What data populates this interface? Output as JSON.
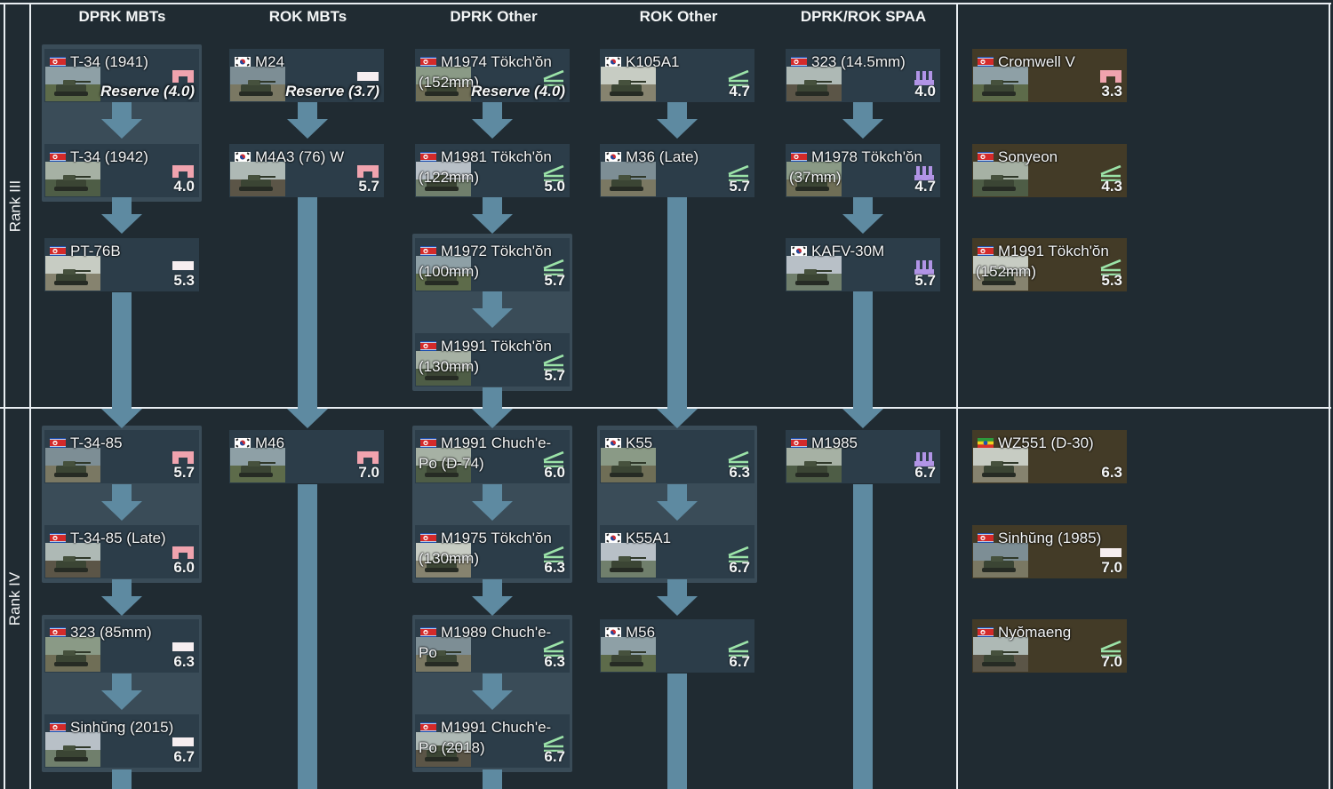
{
  "title": "DPRK / ROK tech tree — Rank III and Rank IV",
  "ranks": [
    "Rank III",
    "Rank IV"
  ],
  "columns": [
    "DPRK MBTs",
    "ROK MBTs",
    "DPRK Other",
    "ROK Other",
    "DPRK/ROK SPAA"
  ],
  "colors": {
    "background": "#202b32",
    "card": "#2c3d49",
    "premium_card": "#433b27",
    "connector": "#5e8aa1",
    "group_box": "#3a4c58",
    "medium_tank_icon": "#f0a3ae",
    "light_tank_icon": "#f6eef0",
    "tank_destroyer_icon": "#9be3a8",
    "spaa_icon": "#b194e6"
  },
  "vehicles": [
    {
      "name": "T-34 (1941)",
      "name2": "",
      "flag": "dprk",
      "type": "medium",
      "br": "Reserve (4.0)",
      "reserve": true
    },
    {
      "name": "T-34 (1942)",
      "name2": "",
      "flag": "dprk",
      "type": "medium",
      "br": "4.0"
    },
    {
      "name": "PT-76B",
      "name2": "",
      "flag": "dprk",
      "type": "light",
      "br": "5.3"
    },
    {
      "name": "M24",
      "name2": "",
      "flag": "rok",
      "type": "light",
      "br": "Reserve (3.7)",
      "reserve": true
    },
    {
      "name": "M4A3 (76) W",
      "name2": "",
      "flag": "rok",
      "type": "medium",
      "br": "5.7"
    },
    {
      "name": "M1974 Tökch'ŏn",
      "name2": "(152mm)",
      "flag": "dprk",
      "type": "td",
      "br": "Reserve (4.0)",
      "reserve": true
    },
    {
      "name": "M1981 Tökch'ŏn",
      "name2": "(122mm)",
      "flag": "dprk",
      "type": "td",
      "br": "5.0"
    },
    {
      "name": "M1972 Tökch'ŏn",
      "name2": "(100mm)",
      "flag": "dprk",
      "type": "td",
      "br": "5.7"
    },
    {
      "name": "M1991 Tökch'ŏn",
      "name2": "(130mm)",
      "flag": "dprk",
      "type": "td",
      "br": "5.7"
    },
    {
      "name": "K105A1",
      "name2": "",
      "flag": "rok",
      "type": "td",
      "br": "4.7"
    },
    {
      "name": "M36 (Late)",
      "name2": "",
      "flag": "rok",
      "type": "td",
      "br": "5.7"
    },
    {
      "name": "323 (14.5mm)",
      "name2": "",
      "flag": "dprk",
      "type": "spaa",
      "br": "4.0"
    },
    {
      "name": "M1978 Tökch'ŏn",
      "name2": "(37mm)",
      "flag": "dprk",
      "type": "spaa",
      "br": "4.7"
    },
    {
      "name": "KAFV-30M",
      "name2": "",
      "flag": "rok",
      "type": "spaa",
      "br": "5.7"
    },
    {
      "name": "Cromwell V",
      "name2": "",
      "flag": "dprk",
      "type": "medium",
      "br": "3.3",
      "premium": true
    },
    {
      "name": "Sonyeon",
      "name2": "",
      "flag": "dprk",
      "type": "td",
      "br": "4.3",
      "premium": true
    },
    {
      "name": "M1991 Tökch'ŏn",
      "name2": "(152mm)",
      "flag": "dprk",
      "type": "td",
      "br": "5.3",
      "premium": true
    },
    {
      "name": "T-34-85",
      "name2": "",
      "flag": "dprk",
      "type": "medium",
      "br": "5.7"
    },
    {
      "name": "T-34-85 (Late)",
      "name2": "",
      "flag": "dprk",
      "type": "medium",
      "br": "6.0"
    },
    {
      "name": "323 (85mm)",
      "name2": "",
      "flag": "dprk",
      "type": "light",
      "br": "6.3"
    },
    {
      "name": "Sinhŭng (2015)",
      "name2": "",
      "flag": "dprk",
      "type": "light",
      "br": "6.7"
    },
    {
      "name": "M46",
      "name2": "",
      "flag": "rok",
      "type": "medium",
      "br": "7.0"
    },
    {
      "name": "M1991 Chuch'e-",
      "name2": "Po (D-74)",
      "flag": "dprk",
      "type": "td",
      "br": "6.0"
    },
    {
      "name": "M1975 Tökch'ŏn",
      "name2": "(130mm)",
      "flag": "dprk",
      "type": "td",
      "br": "6.3"
    },
    {
      "name": "M1989 Chuch'e-",
      "name2": "Po",
      "flag": "dprk",
      "type": "td",
      "br": "6.3"
    },
    {
      "name": "M1991 Chuch'e-",
      "name2": "Po (2018)",
      "flag": "dprk",
      "type": "td",
      "br": "6.7"
    },
    {
      "name": "K55",
      "name2": "",
      "flag": "rok",
      "type": "td",
      "br": "6.3"
    },
    {
      "name": "K55A1",
      "name2": "",
      "flag": "rok",
      "type": "td",
      "br": "6.7"
    },
    {
      "name": "M56",
      "name2": "",
      "flag": "rok",
      "type": "td",
      "br": "6.7"
    },
    {
      "name": "M1985",
      "name2": "",
      "flag": "dprk",
      "type": "spaa",
      "br": "6.7"
    },
    {
      "name": "WZ551 (D-30)",
      "name2": "",
      "flag": "ethiopia",
      "type": "none",
      "br": "6.3",
      "premium": true
    },
    {
      "name": "Sinhŭng (1985)",
      "name2": "",
      "flag": "dprk",
      "type": "light",
      "br": "7.0",
      "premium": true
    },
    {
      "name": "Nyŏmaeng",
      "name2": "",
      "flag": "dprk",
      "type": "td",
      "br": "7.0",
      "premium": true
    }
  ]
}
